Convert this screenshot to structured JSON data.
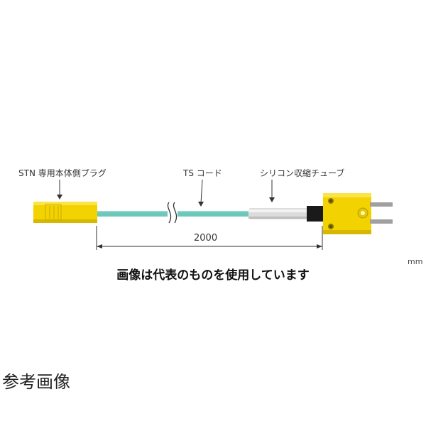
{
  "labels": {
    "plug": "STN 専用本体側プラグ",
    "cord": "TS コード",
    "tube": "シリコン収縮チューブ",
    "dimension": "2000",
    "unit": "mm"
  },
  "notice": "画像は代表のものを使用しています",
  "reference_title": "参考画像",
  "colors": {
    "plug_yellow": "#f2d200",
    "cord_teal": "#6ec7bb",
    "tube_gray": "#dcdcdc",
    "pin_gray": "#a0a0a0"
  }
}
